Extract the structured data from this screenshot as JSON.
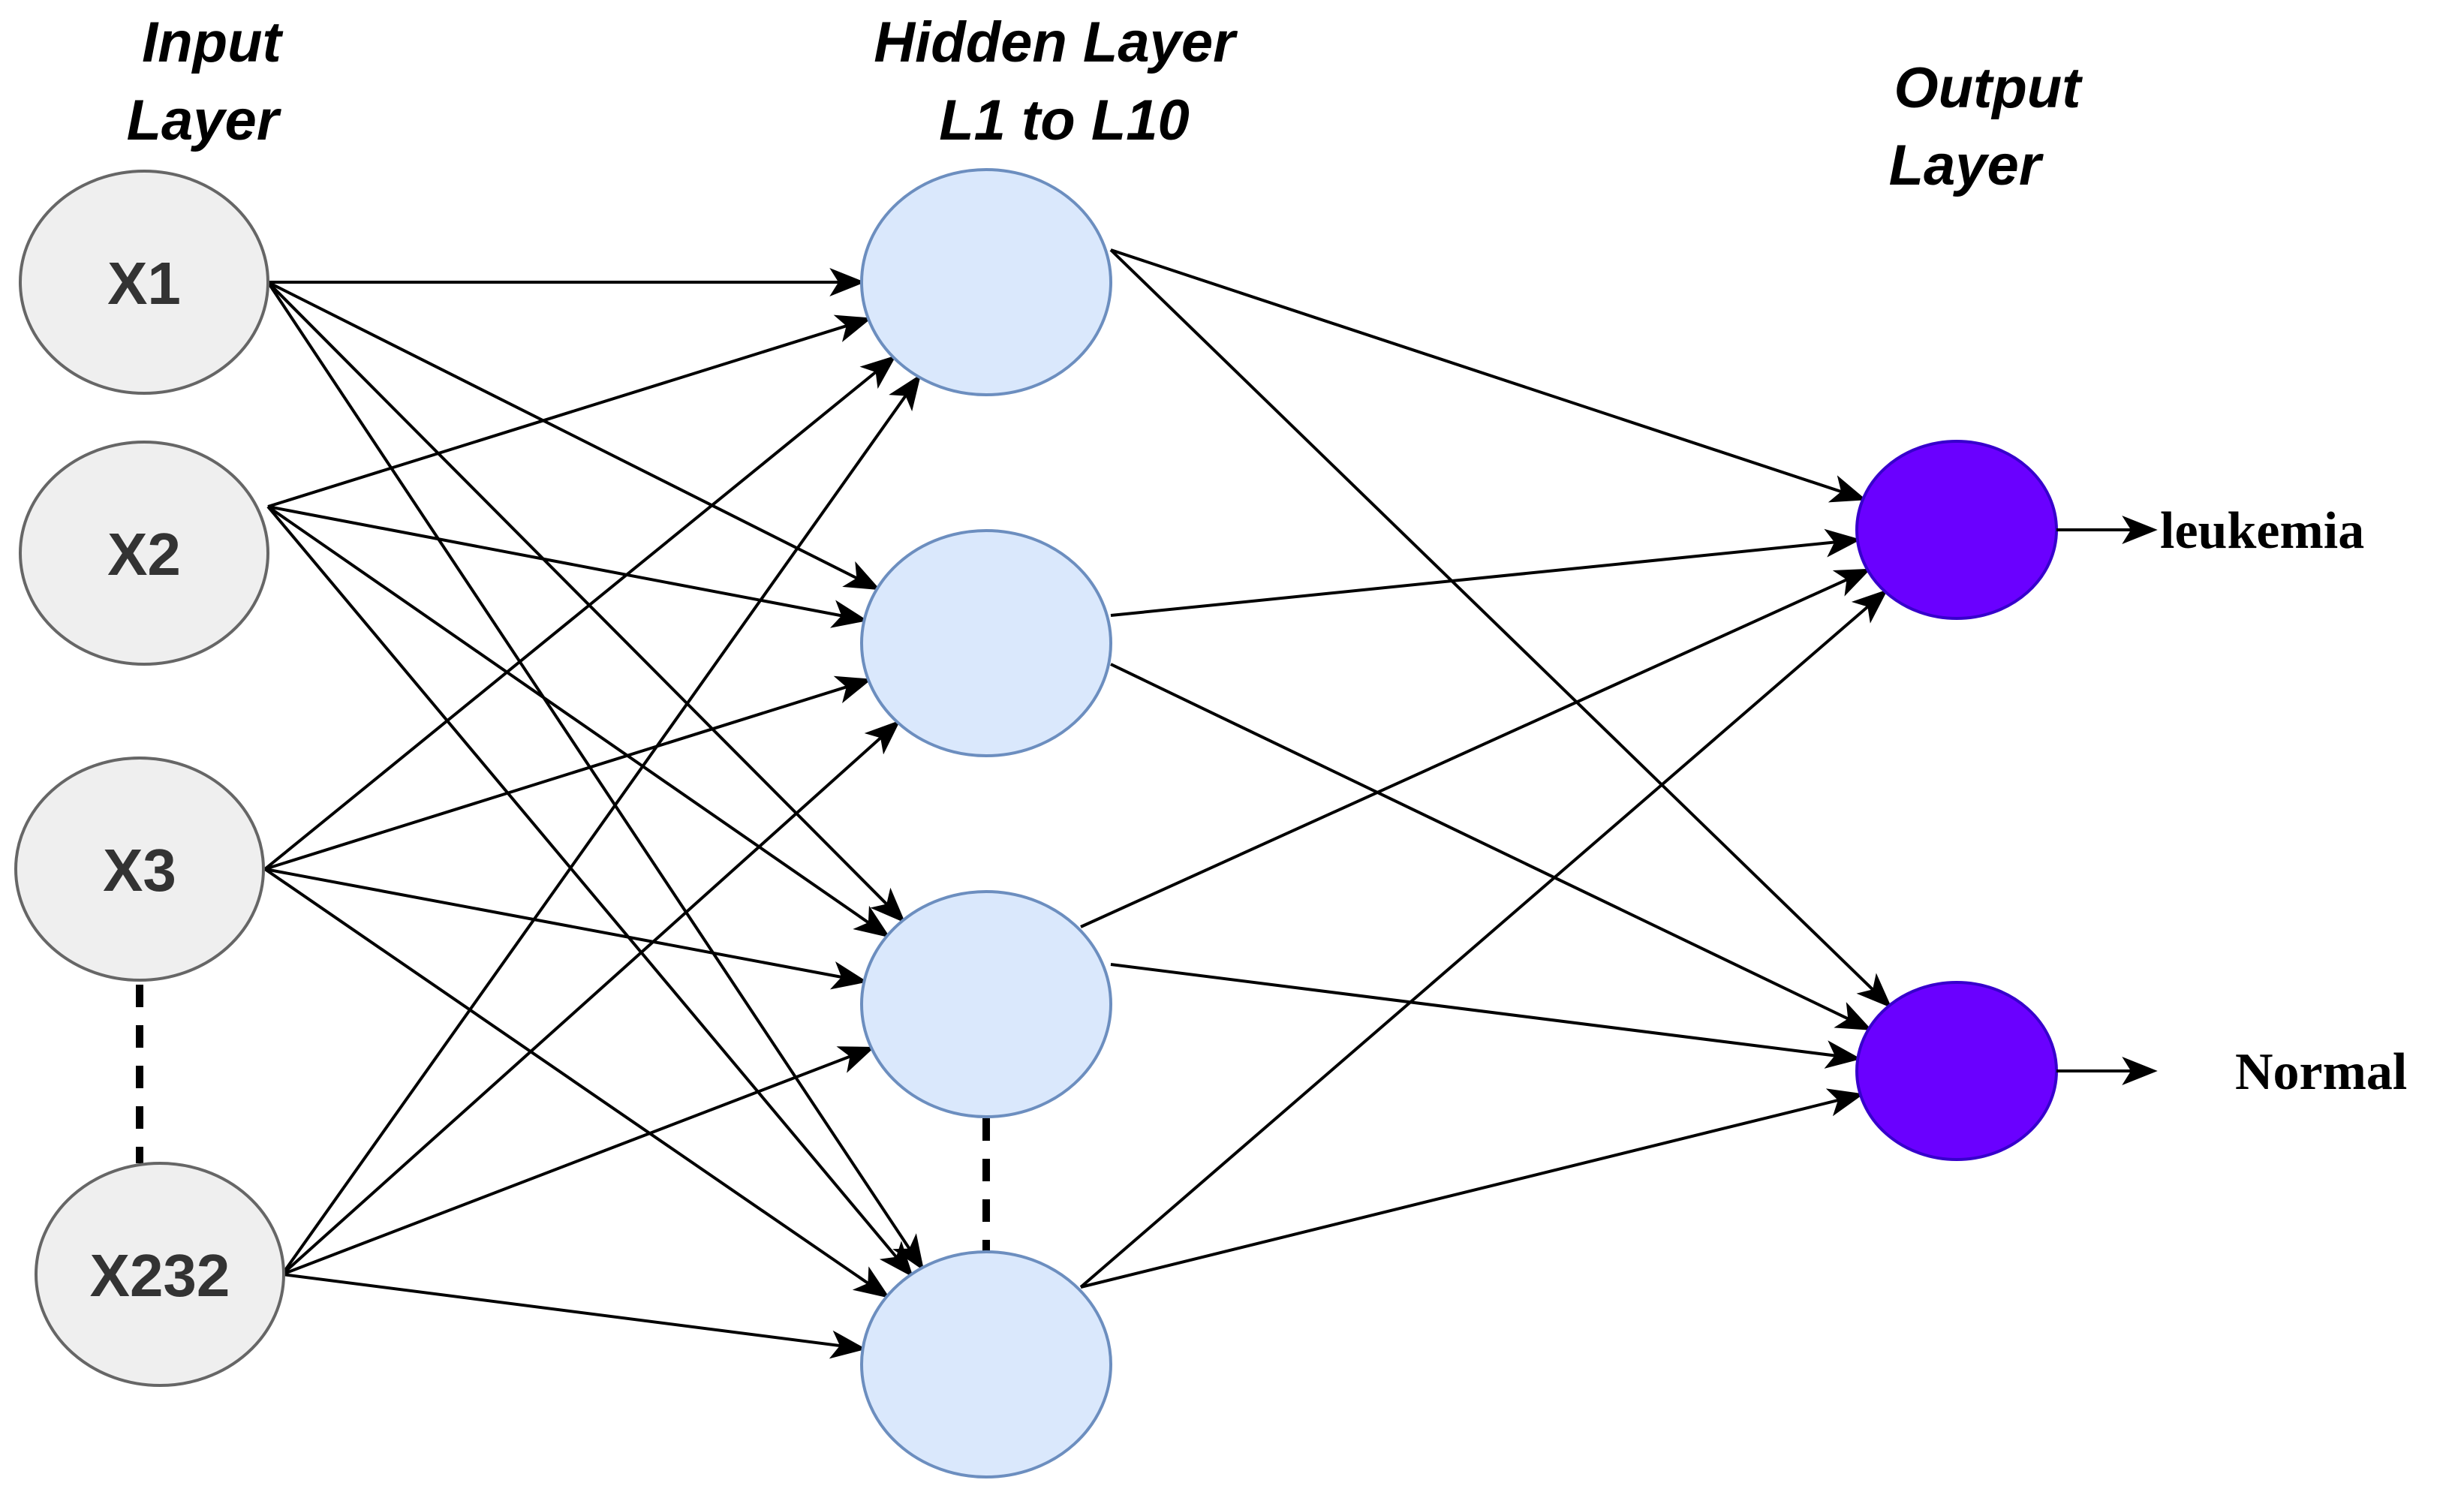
{
  "titles": {
    "input_line1": "Input",
    "input_line2": "Layer",
    "hidden_line1": "Hidden Layer",
    "hidden_line2": "L1 to L10",
    "output_line1": "Output",
    "output_line2": "Layer"
  },
  "input_nodes": [
    "X1",
    "X2",
    "X3",
    "X232"
  ],
  "output_labels": [
    "leukemia",
    "Normal"
  ],
  "colors": {
    "input_fill": "#efefef",
    "input_stroke": "#666666",
    "hidden_fill": "#dae8fc",
    "hidden_stroke": "#6c8ebf",
    "output_fill": "#6a00ff",
    "output_stroke": "#3700cc",
    "edge": "#000000"
  }
}
